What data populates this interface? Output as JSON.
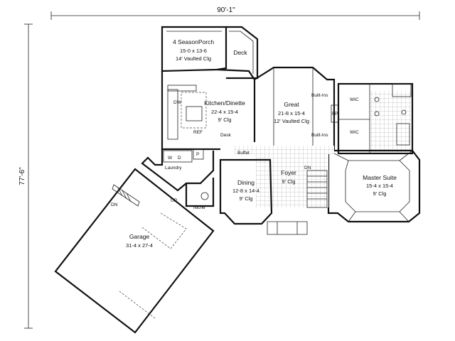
{
  "dimensions": {
    "overall_width": "90'-1\"",
    "overall_depth": "77'-6\""
  },
  "rooms": {
    "porch": {
      "name": "4 SeasonPorch",
      "size": "15-0 x 13-6",
      "ceiling": "14' Vaulted Clg"
    },
    "deck": {
      "name": "Deck"
    },
    "kitchen": {
      "name": "Kitchen/Dinette",
      "size": "22-4 x 15-4",
      "ceiling": "9' Clg"
    },
    "great": {
      "name": "Great",
      "size": "21-8 x 15-4",
      "ceiling": "12' Vaulted Clg"
    },
    "master": {
      "name": "Master Suite",
      "size": "15-4 x 15-4",
      "ceiling": "9' Clg"
    },
    "dining": {
      "name": "Dining",
      "size": "12-8 x 14-4",
      "ceiling": "9' Clg"
    },
    "foyer": {
      "name": "Foyer",
      "ceiling": "9' Clg"
    },
    "garage": {
      "name": "Garage",
      "size": "31-4 x 27-4"
    }
  },
  "labels": {
    "dw": "DW",
    "ref": "REF",
    "desk": "Desk",
    "buffet": "Buffet",
    "builtins_top": "Built-Ins",
    "builtins_bottom": "Built-Ins",
    "fp": "FP",
    "wic_top": "WIC",
    "wic_bottom": "WIC",
    "laundry": "Laundry",
    "w": "W",
    "d": "D",
    "p": "P",
    "niche": "Niche",
    "up": "UP",
    "dn_garage": "DN",
    "dn_foyer": "DN"
  }
}
